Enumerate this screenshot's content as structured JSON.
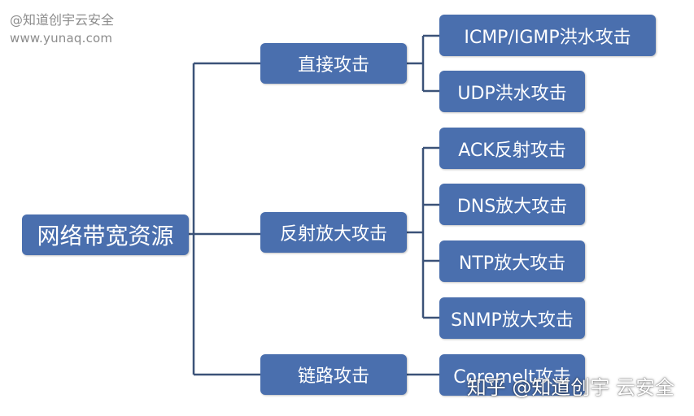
{
  "watermark": {
    "line1": "@知道创宇云安全",
    "line2": "www.yunaq.com",
    "bottom": "知乎 @知道创宇 云安全"
  },
  "colors": {
    "node_fill": "#4a6fae",
    "connector": "#3b5278",
    "node_text": "#ffffff"
  },
  "tree": {
    "root": "网络带宽资源",
    "branches": [
      {
        "label": "直接攻击",
        "children": [
          "ICMP/IGMP洪水攻击",
          "UDP洪水攻击"
        ]
      },
      {
        "label": "反射放大攻击",
        "children": [
          "ACK反射攻击",
          "DNS放大攻击",
          "NTP放大攻击",
          "SNMP放大攻击"
        ]
      },
      {
        "label": "链路攻击",
        "children": [
          "Coremelt攻击"
        ]
      }
    ]
  }
}
